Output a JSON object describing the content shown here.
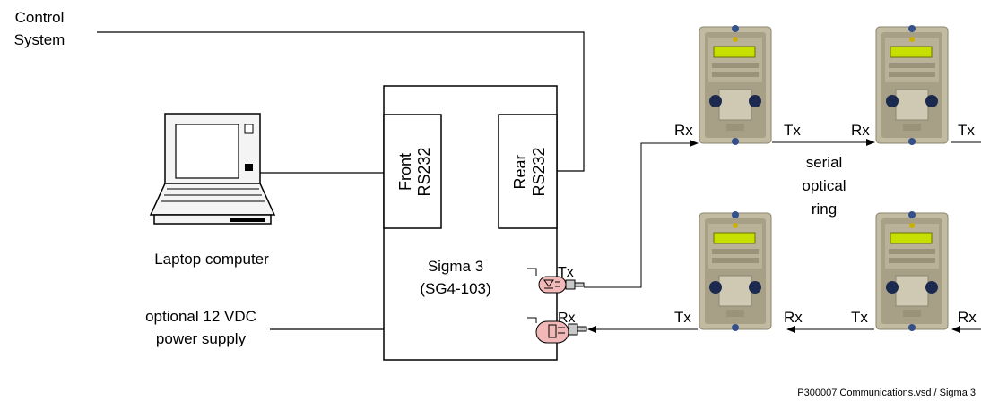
{
  "labels": {
    "control_system_line1": "Control",
    "control_system_line2": "System",
    "laptop": "Laptop computer",
    "power_line1": "optional 12 VDC",
    "power_line2": "power supply",
    "front_line1": "Front",
    "front_line2": "RS232",
    "rear_line1": "Rear",
    "rear_line2": "RS232",
    "sigma_line1": "Sigma 3",
    "sigma_line2": "(SG4-103)",
    "sigma_tx": "Tx",
    "sigma_rx": "Rx",
    "ring_line1": "serial",
    "ring_line2": "optical",
    "ring_line3": "ring",
    "footer": "P300007 Communications.vsd / Sigma 3"
  },
  "relays": {
    "top_left": {
      "left_label": "Rx",
      "right_label": "Tx"
    },
    "top_right": {
      "left_label": "Rx",
      "right_label": "Tx"
    },
    "bottom_left": {
      "left_label": "Tx",
      "right_label": "Rx"
    },
    "bottom_right": {
      "left_label": "Tx",
      "right_label": "Rx"
    }
  },
  "colors": {
    "line": "#000000",
    "relay_body": "#bfb89e",
    "relay_display": "#c8e000",
    "relay_knob": "#1b2a4e",
    "transceiver_pink": "#f2b8b8"
  }
}
